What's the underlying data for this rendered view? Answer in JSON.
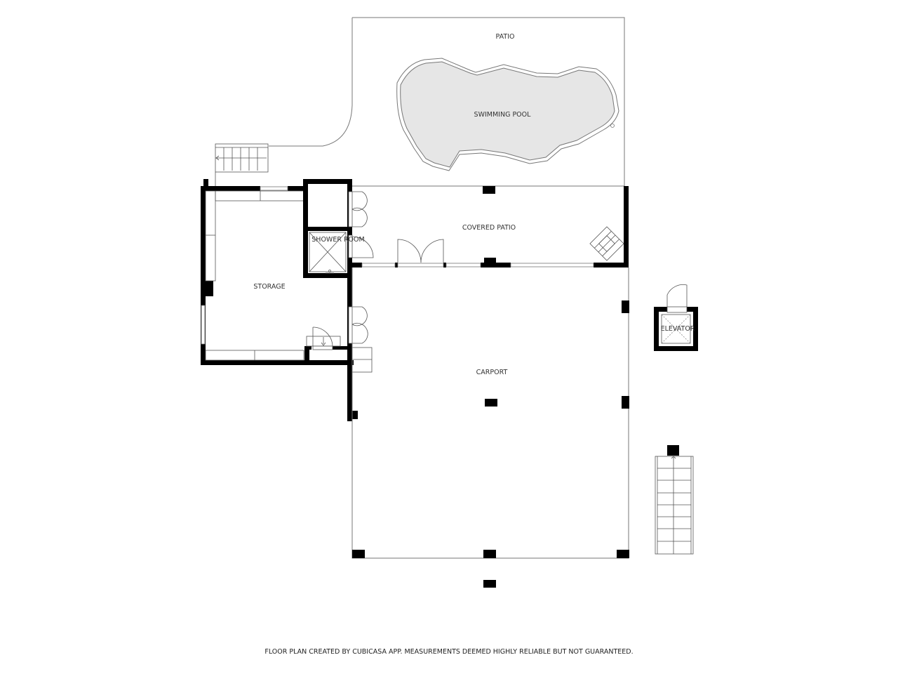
{
  "floor_plan": {
    "rooms": [
      {
        "id": "patio",
        "label": "PATIO"
      },
      {
        "id": "swimming-pool",
        "label": "SWIMMING POOL"
      },
      {
        "id": "covered-patio",
        "label": "COVERED PATIO"
      },
      {
        "id": "shower-room",
        "label": "SHOWER ROOM"
      },
      {
        "id": "storage",
        "label": "STORAGE"
      },
      {
        "id": "carport",
        "label": "CARPORT"
      },
      {
        "id": "elevator",
        "label": "ELEVATOR"
      }
    ],
    "colors": {
      "wall": "#000000",
      "outline": "#777777",
      "pool_fill": "#e6e6e6",
      "background": "#ffffff"
    }
  },
  "footer": {
    "disclaimer": "FLOOR PLAN CREATED BY CUBICASA APP. MEASUREMENTS DEEMED HIGHLY RELIABLE BUT NOT GUARANTEED."
  }
}
